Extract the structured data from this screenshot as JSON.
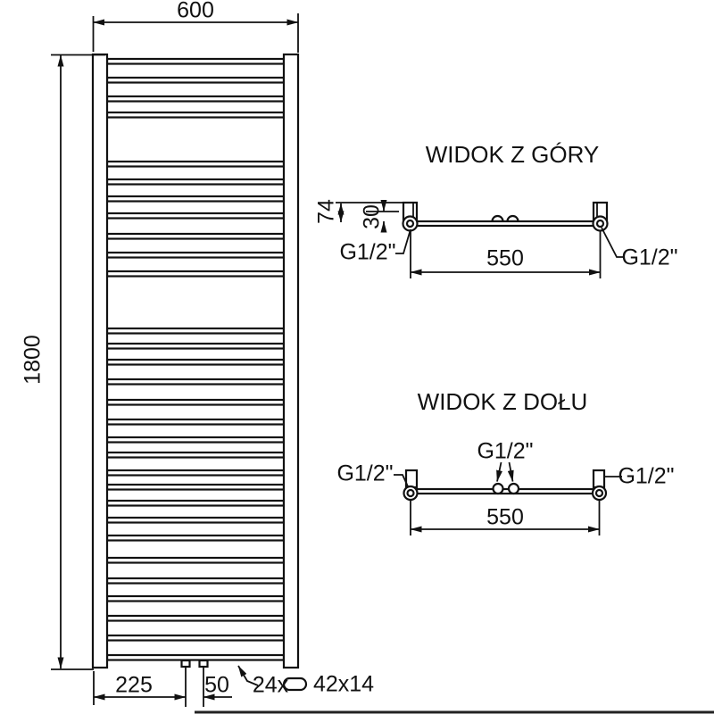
{
  "drawing": {
    "background": "#ffffff",
    "line_color": "#111111",
    "kind": "towel radiator dimension drawing"
  },
  "front_view": {
    "width_label": "600",
    "height_label": "1800",
    "bottom_offset_label": "225",
    "valve_spacing_label": "50",
    "tube_count_label": "24x",
    "tube_profile_label": "42x14",
    "tube_height": 5.5,
    "tube_tops": [
      66,
      87,
      108,
      126,
      181,
      201,
      220,
      239,
      262,
      283,
      304,
      368,
      385,
      403,
      425,
      448,
      470,
      490,
      507,
      527,
      543,
      561,
      580,
      600,
      625,
      648,
      668,
      690,
      712,
      734
    ]
  },
  "top_view": {
    "title": "WIDOK Z GÓRY",
    "depth_label": "74",
    "offset_label": "30",
    "spacing_label": "550",
    "left_connection_label": "G1/2\"",
    "right_connection_label": "G1/2\""
  },
  "bottom_view": {
    "title": "WIDOK Z DOŁU",
    "spacing_label": "550",
    "left_connection_label": "G1/2\"",
    "center_connection_label": "G1/2\"",
    "right_connection_label": "G1/2\""
  }
}
